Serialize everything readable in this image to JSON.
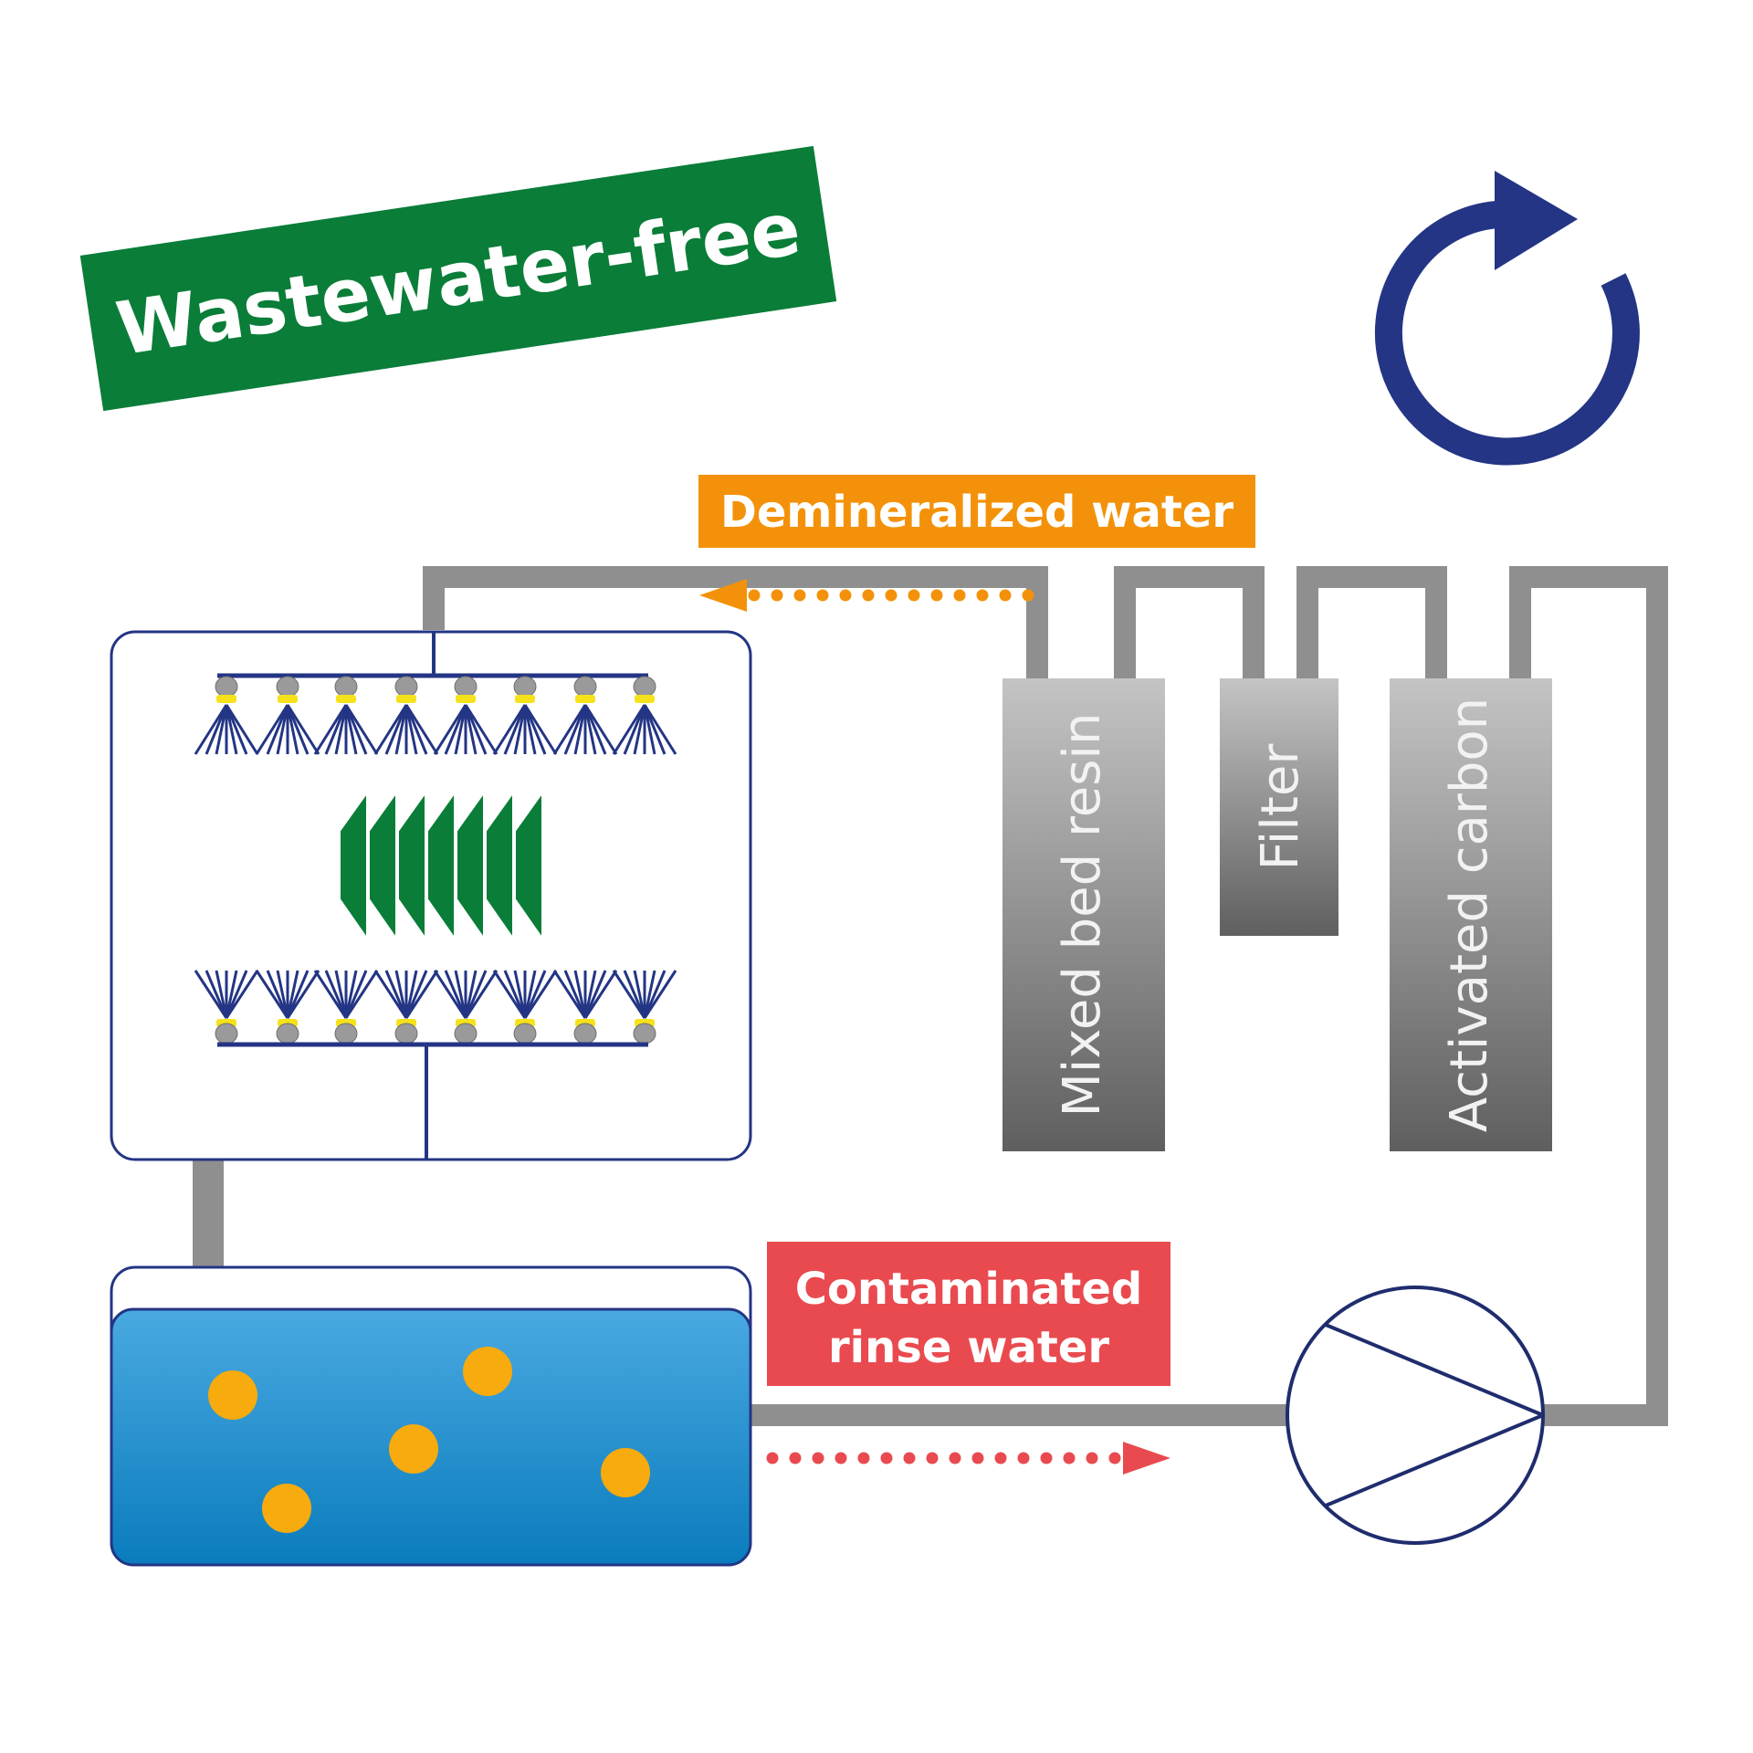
{
  "badge": {
    "text": "Wastewater-free",
    "color": "#0a7d38"
  },
  "labels": {
    "demineralized": {
      "text": "Demineralized water",
      "color": "#f3920a"
    },
    "contaminated": {
      "line1": "Contaminated",
      "line2": "rinse water",
      "color": "#e94a4f"
    }
  },
  "columns": {
    "mixed_bed_resin": "Mixed bed resin",
    "filter": "Filter",
    "activated_carbon": "Activated carbon"
  },
  "icons": {
    "cycle": "recycle-arrow-icon",
    "pump": "pump-icon",
    "nozzle": "spray-nozzle-icon",
    "parts": "workpiece-rack-icon"
  },
  "colors": {
    "pipe": "#8f8f8f",
    "navy": "#233584",
    "nozzle_cap": "#f5e21a",
    "water_top": "#47a7e0",
    "water_bottom": "#0b7fc1",
    "particle": "#f7ab0e",
    "parts_green": "#0a7d38"
  }
}
